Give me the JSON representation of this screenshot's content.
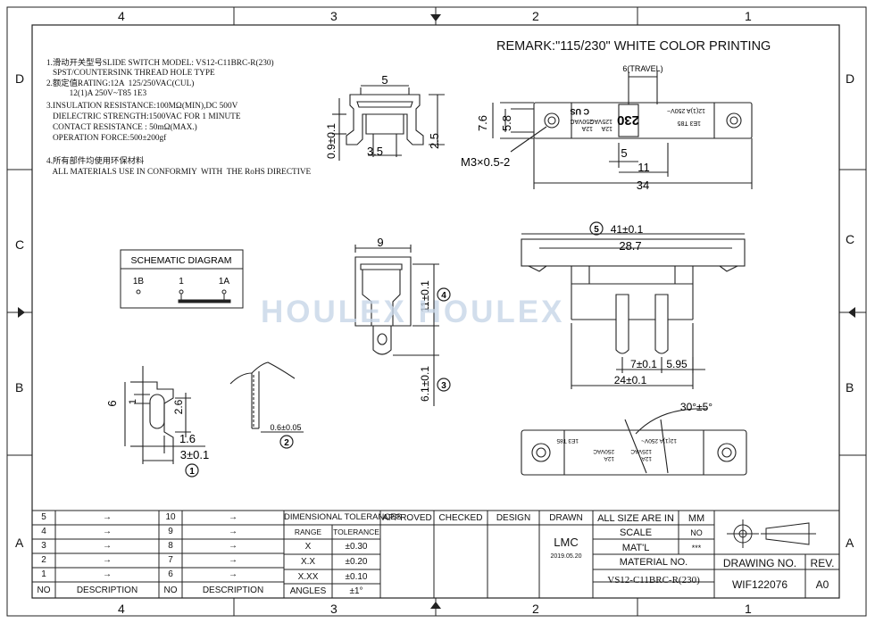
{
  "grid": {
    "columns": [
      "4",
      "3",
      "2",
      "1"
    ],
    "rows": [
      "D",
      "C",
      "B",
      "A"
    ]
  },
  "remark": "REMARK:\"115/230\" WHITE COLOR PRINTING",
  "watermark": "HOULEX HOULEX",
  "notes": [
    "1.滑动开关型号SLIDE SWITCH MODEL: VS12-C11BRC-R(230)",
    "   SPST/COUNTERSINK THREAD HOLE TYPE",
    "2.额定值RATING:12A  125/250VAC(CUL)",
    "           12(1)A 250V~T85 1E3",
    "3.INSULATION RESISTANCE:100MΩ(MIN),DC 500V",
    "   DIELECTRIC STRENGTH:1500VAC FOR 1 MINUTE",
    "   CONTACT RESISTANCE : 50mΩ(MAX.)",
    "   OPERATION FORCE:500±200gf",
    "",
    "4.所有部件均使用环保材料",
    "   ALL MATERIALS USE IN CONFORMIY  WITH  THE RoHS DIRECTIVE"
  ],
  "schematic": {
    "title": "SCHEMATIC DIAGRAM",
    "terminals": [
      "1B",
      "1",
      "1A"
    ]
  },
  "dims": {
    "top_width": "5",
    "top_height": "0.9±0.1",
    "top_inner": "3.5",
    "top_depth": "2.5",
    "travel": "6(TRAVEL)",
    "h76": "7.6",
    "h58": "5.8",
    "screw": "M3×0.5-2",
    "w5": "5",
    "w11": "11",
    "w34": "34",
    "w9": "9",
    "h11": "11±0.1",
    "h61": "6.1±0.1",
    "w41": "41±0.1",
    "w287": "28.7",
    "w7": "7±0.1",
    "w595": "5.95",
    "w24": "24±0.1",
    "h6": "6",
    "h1": "1",
    "h26": "2.6",
    "w16": "1.6",
    "w3": "3±0.1",
    "t06": "0.6±0.05",
    "angle": "30°±5°"
  },
  "callouts": [
    "1",
    "2",
    "3",
    "4",
    "5"
  ],
  "marking": {
    "top_text": "230",
    "top_lines": [
      "12A",
      "125VAC",
      "12A",
      "250VAC"
    ],
    "agency": "C US",
    "rating": "12(1)A 250V~",
    "code": "1E3 T85",
    "bottom_lines": [
      "12A",
      "125VAC",
      "12A",
      "250VAC"
    ]
  },
  "revisions": {
    "left": [
      "5",
      "4",
      "3",
      "2",
      "1"
    ],
    "right": [
      "10",
      "9",
      "8",
      "7",
      "6"
    ],
    "arrow": "→",
    "col_no": "NO",
    "col_desc": "DESCRIPTION"
  },
  "tolerances": {
    "title": "DIMENSIONAL TOLERANCES",
    "range_head": "RANGE",
    "tol_head": "TOLERANCE",
    "rows": [
      {
        "range": "X",
        "tol": "±0.30"
      },
      {
        "range": "X.X",
        "tol": "±0.20"
      },
      {
        "range": "X.XX",
        "tol": "±0.10"
      },
      {
        "range": "ANGLES",
        "tol": "±1°"
      }
    ]
  },
  "approval": {
    "approved": "APPROVED",
    "checked": "CHECKED",
    "design": "DESIGN",
    "drawn": "DRAWN",
    "drawn_by": "LMC",
    "date": "2019.05.20"
  },
  "titleblock": {
    "size_label": "ALL SIZE ARE IN",
    "size_value": "MM",
    "scale_label": "SCALE",
    "scale_value": "NO",
    "mat_label": "MAT'L",
    "mat_value": "***",
    "material_no": "MATERIAL NO.",
    "part": "VS12-C11BRC-R(230)",
    "drawing_no_label": "DRAWING NO.",
    "drawing_no": "WIF122076",
    "rev_label": "REV.",
    "rev": "A0"
  }
}
